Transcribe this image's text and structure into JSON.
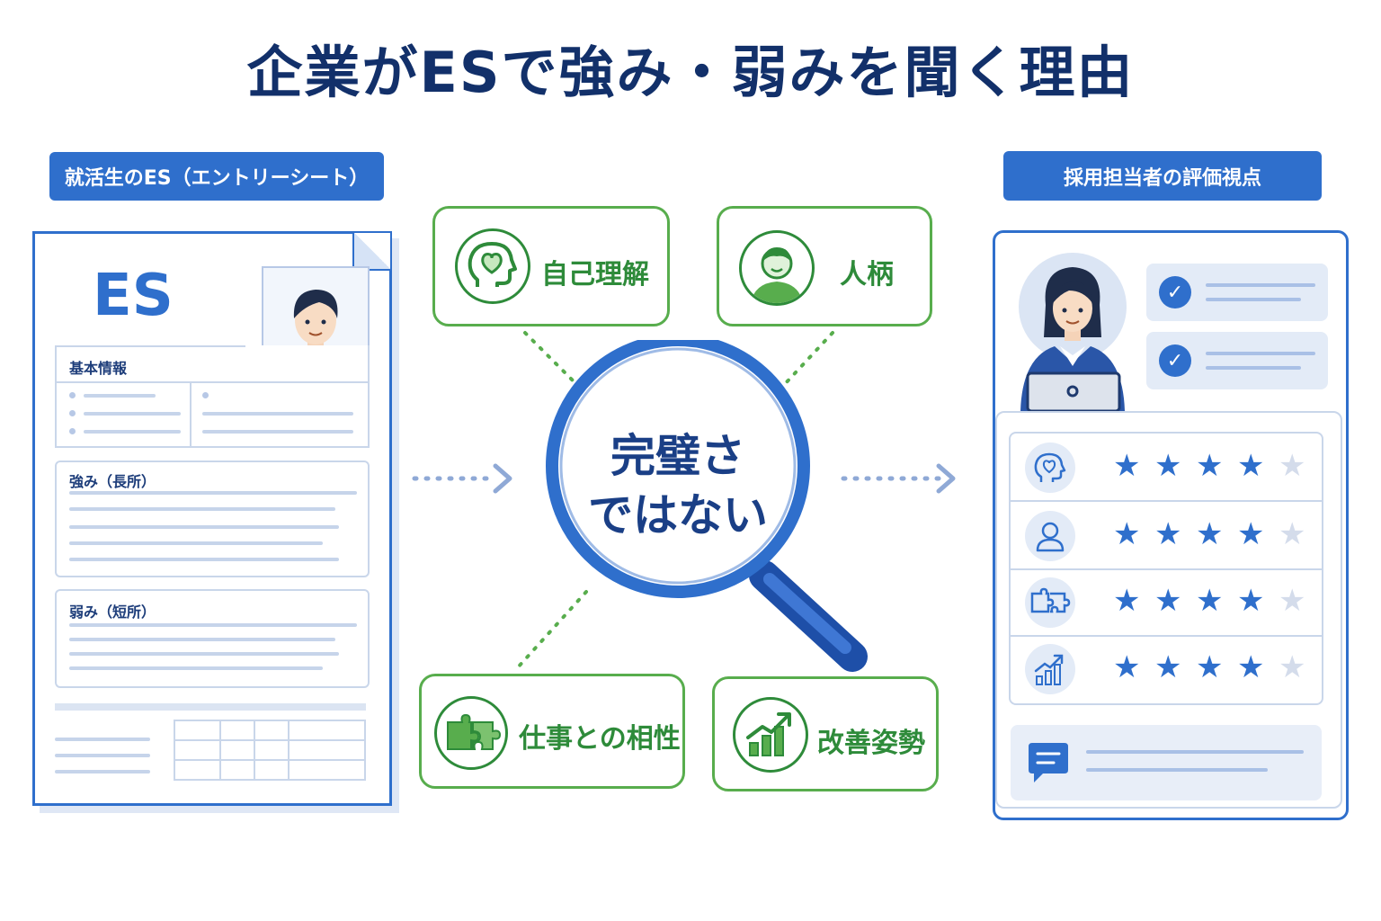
{
  "title": "企業がESで強み・弱みを聞く理由",
  "left_header": "就活生のES（エントリーシート）",
  "right_header": "採用担当者の評価視点",
  "es_document": {
    "es_label": "ES",
    "basic_info": "基本情報",
    "strengths": "強み（長所）",
    "weaknesses": "弱み（短所）"
  },
  "center": {
    "line1": "完璧さ",
    "line2": "ではない"
  },
  "cards": {
    "self_understanding": "自己理解",
    "personality": "人柄",
    "job_fit": "仕事との相性",
    "improvement": "改善姿勢"
  },
  "ratings": [
    {
      "icon": "head-heart-icon",
      "stars": 4,
      "max": 5
    },
    {
      "icon": "person-icon",
      "stars": 4,
      "max": 5
    },
    {
      "icon": "puzzle-icon",
      "stars": 4,
      "max": 5
    },
    {
      "icon": "growth-chart-icon",
      "stars": 4,
      "max": 5
    }
  ],
  "colors": {
    "navy": "#12306a",
    "blue": "#2f6fcc",
    "green": "#2e8b3a",
    "light_blue": "#e3ebf7"
  }
}
